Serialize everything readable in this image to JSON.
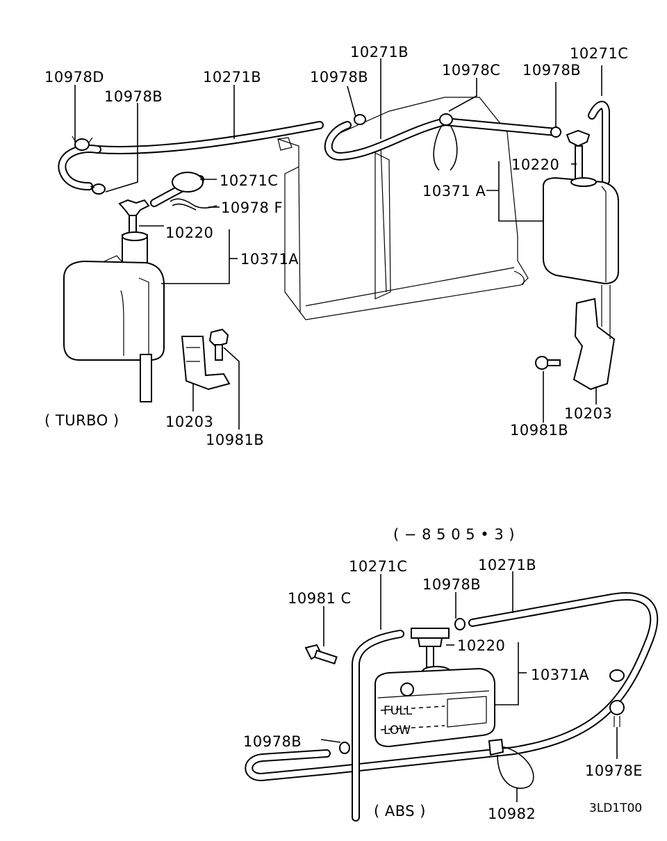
{
  "labels": {
    "tl_10978D": "10978D",
    "tl_10978B": "10978B",
    "tl_10271B": "10271B",
    "tl_10271C": "10271C",
    "tl_10978F": "10978 F",
    "tl_10220": "10220",
    "tl_10371A": "10371A",
    "tl_turbo": "( TURBO )",
    "tl_10203": "10203",
    "tl_10981B": "10981B",
    "tr_10271B": "10271B",
    "tr_10978B_a": "10978B",
    "tr_10978C": "10978C",
    "tr_10978B_b": "10978B",
    "tr_10271C": "10271C",
    "tr_10220": "10220",
    "tr_10371A": "10371 A",
    "tr_10981B": "10981B",
    "tr_10203": "10203",
    "b_date": "( − 8 5 0 5 • 3 )",
    "b_10271C": "10271C",
    "b_10271B": "10271B",
    "b_10981C": "10981 C",
    "b_10978B_a": "10978B",
    "b_10220": "10220",
    "b_10371A": "10371A",
    "b_10978B_b": "10978B",
    "b_10978E": "10978E",
    "b_abs": "( ABS )",
    "b_10982": "10982",
    "b_full": "FULL",
    "b_low": "LOW",
    "code": "3LD1T00"
  }
}
